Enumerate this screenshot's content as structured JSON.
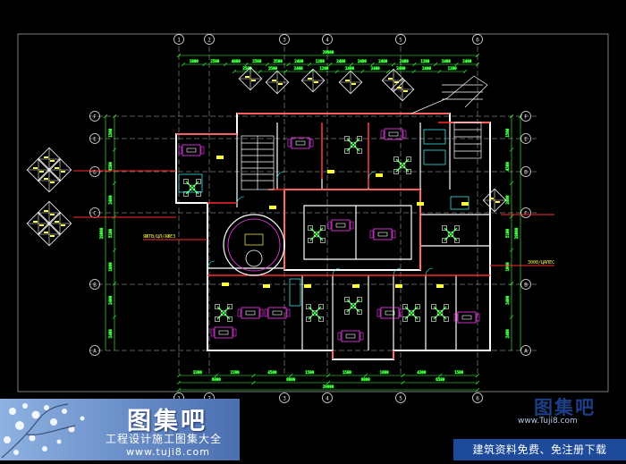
{
  "colors": {
    "background": "#000000",
    "wall": "#ffffff",
    "dimension": "#3cff3c",
    "axis": "#e8e8e8",
    "partition": "#ff2a2a",
    "furniture": "#ff3cff",
    "accent_yellow": "#ffff40",
    "accent_cyan": "#40ffff",
    "watermark_left": "#6f93cc",
    "watermark_right_bar": "#1d4a9a"
  },
  "drawing": {
    "top_axis_labels": [
      "1",
      "2",
      "3",
      "4",
      "5",
      "6"
    ],
    "side_axis_labels": [
      "F",
      "E",
      "D",
      "C",
      "B",
      "A"
    ],
    "top_dims_row1": [
      "1000",
      "2500",
      "4000",
      "2500",
      "2500",
      "2400",
      "1200",
      "2400",
      "2400",
      "2400",
      "2400",
      "1200",
      "2400",
      "2400"
    ],
    "top_dims_total": "29000",
    "bottom_dims_row1": [
      "3300",
      "2200",
      "4500",
      "1500",
      "1500",
      "1800",
      "4300",
      "1500"
    ],
    "bottom_dims_row2": [
      "6000",
      "8000",
      "8000",
      "6500"
    ],
    "bottom_dims_total": "29000",
    "left_dims": [
      "1500",
      "4500",
      "2400",
      "5100",
      "1000",
      "2400",
      "2400"
    ],
    "right_dims": [
      "1500",
      "4500",
      "2400",
      "5100",
      "1000",
      "2400",
      "2400"
    ],
    "left_callout": "ЯЖТВ/ЦЛ/АЖЕЗ",
    "right_callout": "3000/ЦАПЕС"
  },
  "watermark": {
    "left_brand": "图集吧",
    "left_slogan": "工程设计施工图集大全",
    "left_url": "www.tuji8.com",
    "right_brand": "图集吧",
    "right_site": "www.Tuji8.com",
    "right_bar": "建筑资料免费、免注册下载"
  }
}
